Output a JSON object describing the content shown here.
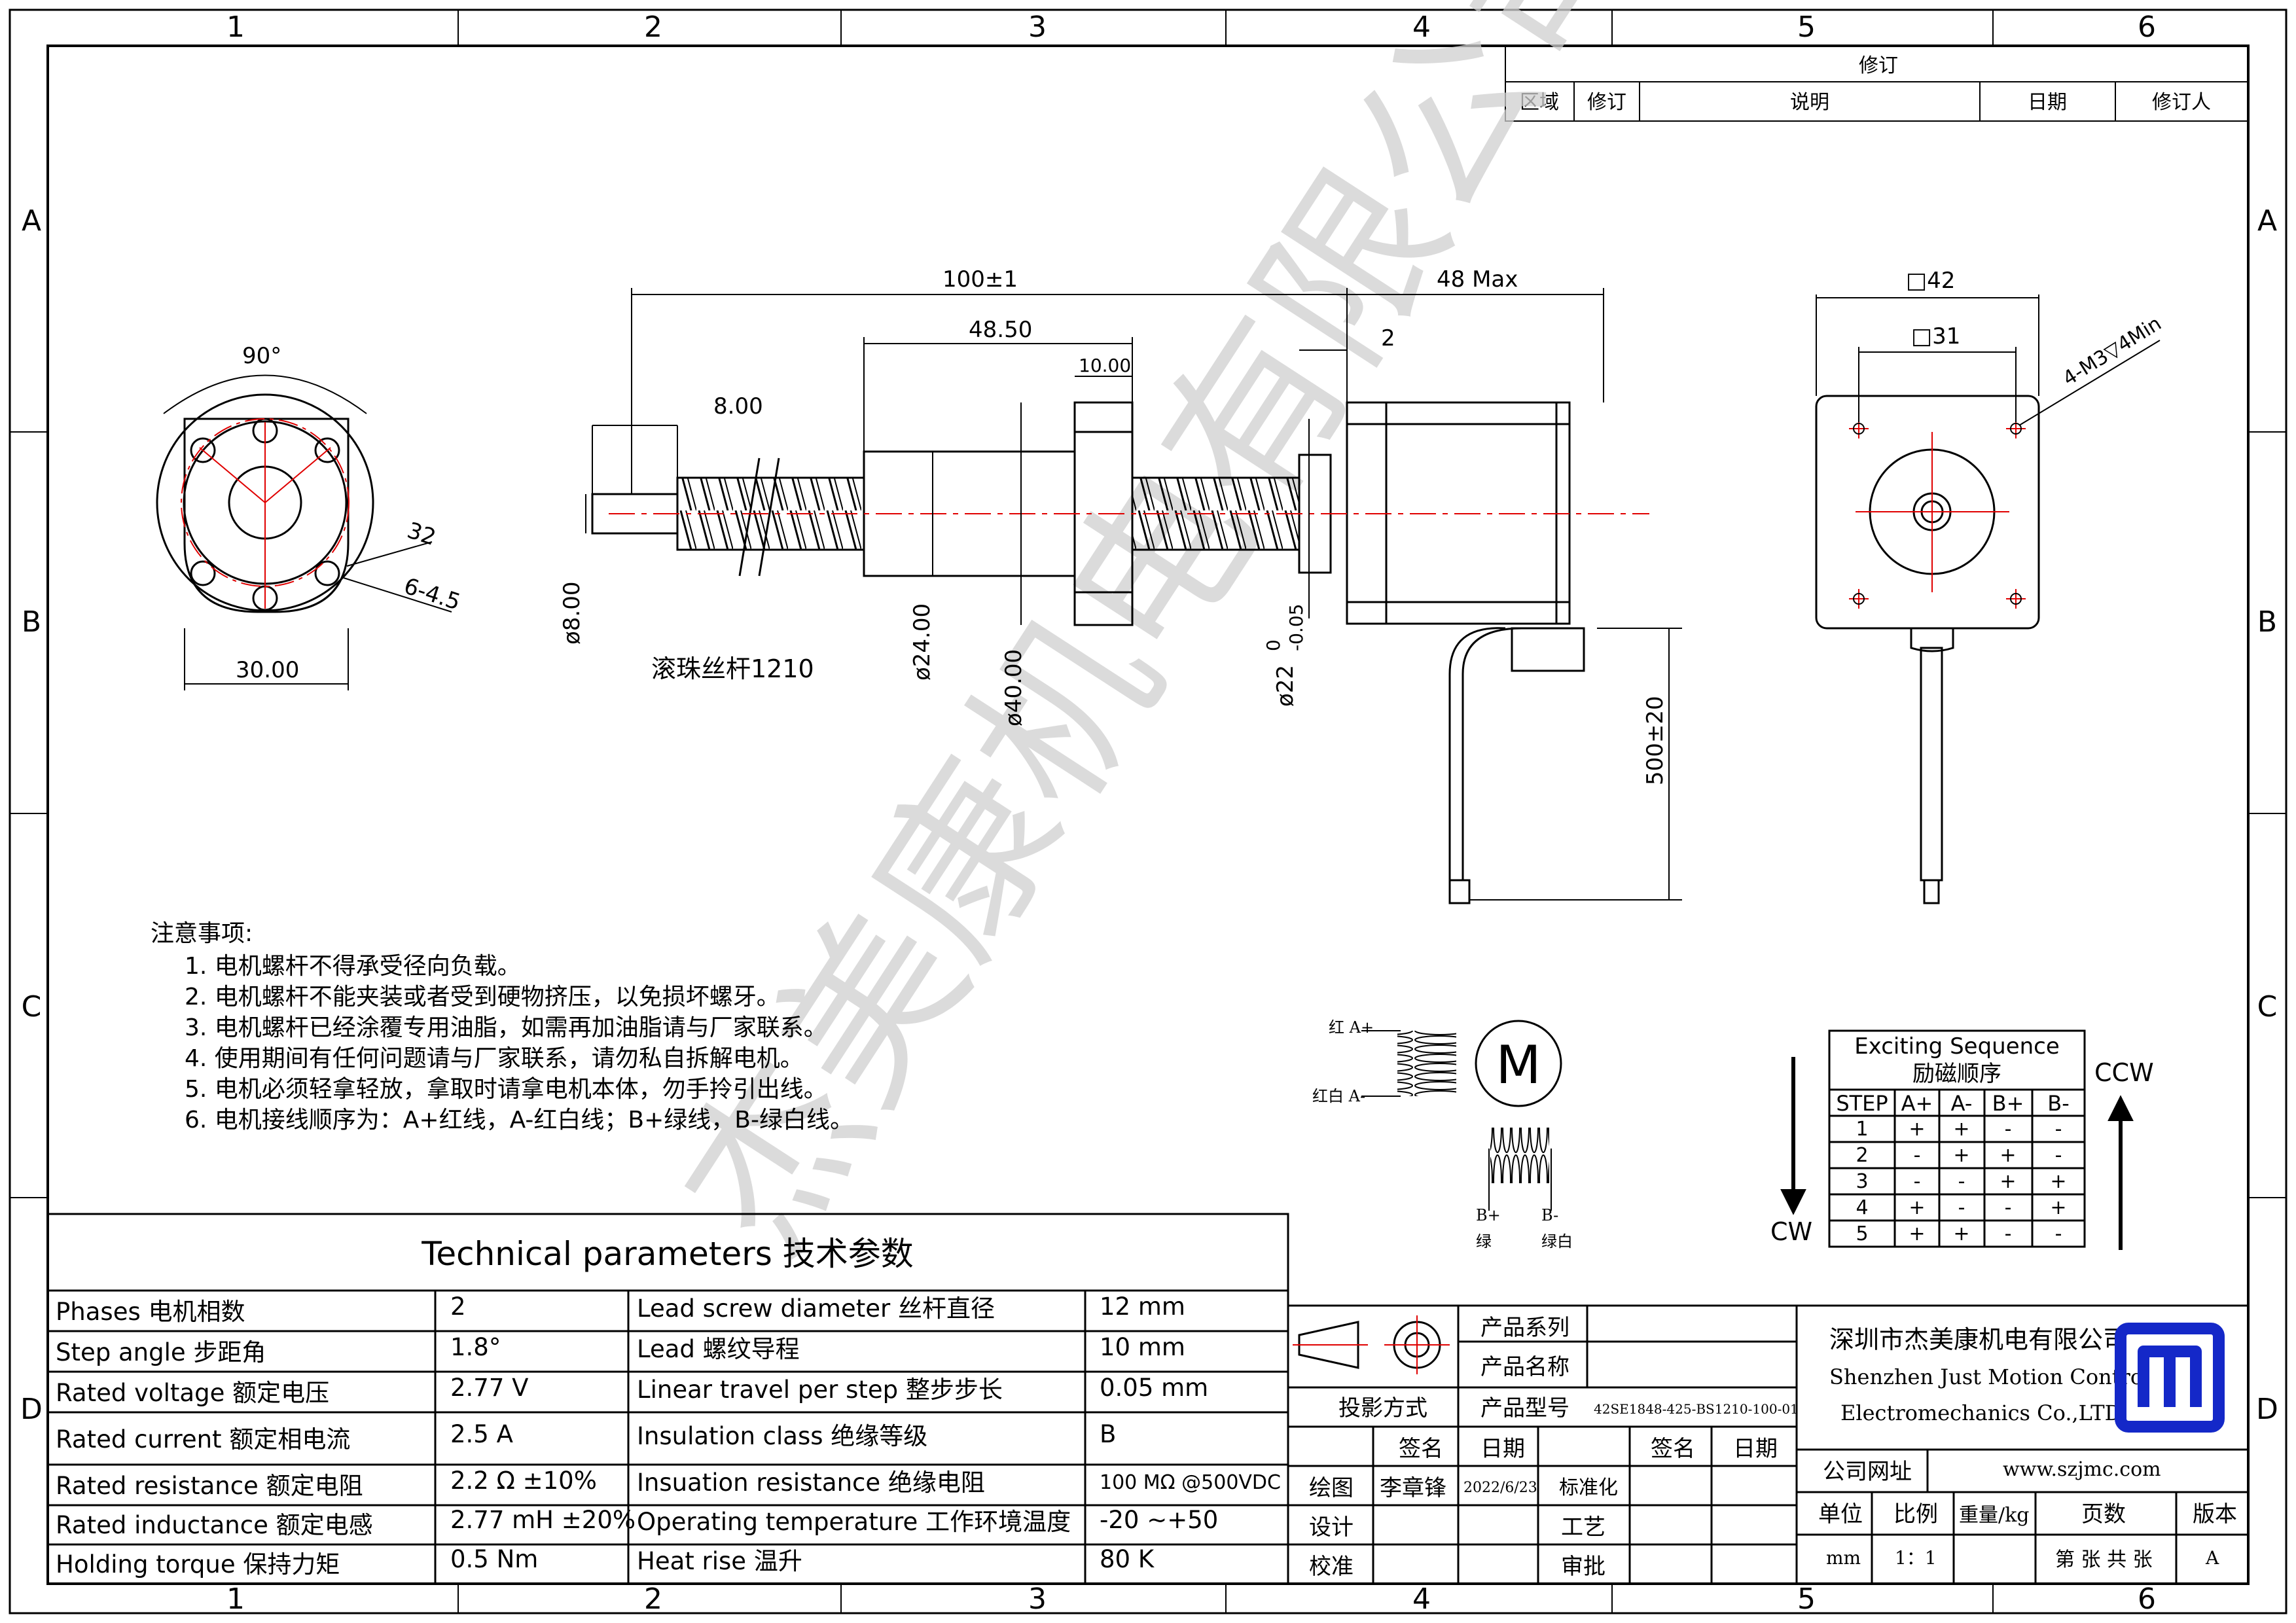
{
  "frame": {
    "col_labels": [
      "1",
      "2",
      "3",
      "4",
      "5",
      "6"
    ],
    "row_labels": [
      "A",
      "B",
      "C",
      "D"
    ]
  },
  "revision": {
    "title": "修订",
    "headers": [
      "区域",
      "修订",
      "说明",
      "日期",
      "修订人"
    ]
  },
  "views": {
    "end_view": {
      "angle": "90°",
      "width": "30.00",
      "pcd": "32",
      "holes": "6-4.5"
    },
    "side_view": {
      "length": "100±1",
      "nut_length": "48.50",
      "flange_thk": "10.00",
      "screw_end": "8.00",
      "dia_screw": "ø8.00",
      "dia_nut": "ø24.00",
      "dia_flange": "ø40.00",
      "boss_dia": "ø22",
      "boss_tol": "0\n-0.05",
      "boss_tol_upper": "0",
      "boss_tol_lower": "-0.05",
      "body_len": "48 Max",
      "boss_len": "2",
      "cable_len": "500±20",
      "screw_label": "滚珠丝杆1210"
    },
    "front_view": {
      "size": "□42",
      "hole_pitch": "□31",
      "threads": "4-M3▽4Min"
    }
  },
  "notes": {
    "title": "注意事项:",
    "items": [
      "1. 电机螺杆不得承受径向负载。",
      "2. 电机螺杆不能夹装或者受到硬物挤压，以免损坏螺牙。",
      "3. 电机螺杆已经涂覆专用油脂，如需再加油脂请与厂家联系。",
      "4. 使用期间有任何问题请与厂家联系，请勿私自拆解电机。",
      "5. 电机必须轻拿轻放，拿取时请拿电机本体，勿手拎引出线。",
      "6. 电机接线顺序为：A+红线，A-红白线；B+绿线，B-绿白线。"
    ]
  },
  "wiring": {
    "motor_letter": "M",
    "a_plus": "红 A+",
    "a_minus": "红白 A-",
    "b_plus": "B+",
    "b_minus": "B-",
    "b_plus_color": "绿",
    "b_minus_color": "绿白"
  },
  "sequence": {
    "title_en": "Exciting Sequence",
    "title_cn": "励磁顺序",
    "headers": [
      "STEP",
      "A+",
      "A-",
      "B+",
      "B-"
    ],
    "rows": [
      [
        "1",
        "+",
        "+",
        "-",
        "-"
      ],
      [
        "2",
        "-",
        "+",
        "+",
        "-"
      ],
      [
        "3",
        "-",
        "-",
        "+",
        "+"
      ],
      [
        "4",
        "+",
        "-",
        "-",
        "+"
      ],
      [
        "5",
        "+",
        "+",
        "-",
        "-"
      ]
    ],
    "cw": "CW",
    "ccw": "CCW"
  },
  "params": {
    "title": "Technical parameters 技术参数",
    "left": [
      {
        "label": "Phases 电机相数",
        "value": "2"
      },
      {
        "label": "Step angle 步距角",
        "value": "1.8°"
      },
      {
        "label": "Rated voltage 额定电压",
        "value": "2.77 V"
      },
      {
        "label": "Rated current 额定相电流",
        "value": "2.5 A"
      },
      {
        "label": "Rated resistance 额定电阻",
        "value": "2.2 Ω  ±10%"
      },
      {
        "label": "Rated inductance 额定电感",
        "value": "2.77 mH ±20%"
      },
      {
        "label": "Holding torque 保持力矩",
        "value": "0.5 Nm"
      }
    ],
    "right": [
      {
        "label": "Lead screw diameter 丝杆直径",
        "value": "12 mm"
      },
      {
        "label": "Lead 螺纹导程",
        "value": "10 mm"
      },
      {
        "label": "Linear travel per step 整步步长",
        "value": "0.05 mm"
      },
      {
        "label": "Insulation class 绝缘等级",
        "value": "B"
      },
      {
        "label": "Insuation resistance 绝缘电阻",
        "value": "100 MΩ @500VDC"
      },
      {
        "label": "Operating temperature 工作环境温度",
        "value": "-20    ~+50"
      },
      {
        "label": "Heat rise 温升",
        "value": "80 K"
      }
    ]
  },
  "title_block": {
    "product_series": "产品系列",
    "product_name": "产品名称",
    "product_model": "产品型号",
    "model_value": "42SE1848-425-BS1210-100-01",
    "projection": "投影方式",
    "sign": "签名",
    "date": "日期",
    "draw": "绘图",
    "drawer": "李章锋",
    "draw_date": "2022/6/23",
    "design": "设计",
    "check": "校准",
    "standard": "标准化",
    "process": "工艺",
    "approve": "审批",
    "company_cn": "深圳市杰美康机电有限公司",
    "company_en1": "Shenzhen Just Motion Control",
    "company_en2": "Electromechanics Co.,LTD",
    "website_label": "公司网址",
    "website": "www.szjmc.com",
    "unit": "单位",
    "scale": "比例",
    "weight": "重量/kg",
    "pages": "页数",
    "version": "版本",
    "unit_value": "mm",
    "scale_value": "1：1",
    "pages_value": "第 张 共 张",
    "version_value": "A"
  },
  "watermark": "杰美康机电有限公司",
  "colors": {
    "line": "#000000",
    "center": "#e00000",
    "logo": "#1428c8",
    "watermark": "#bdbdbd"
  }
}
